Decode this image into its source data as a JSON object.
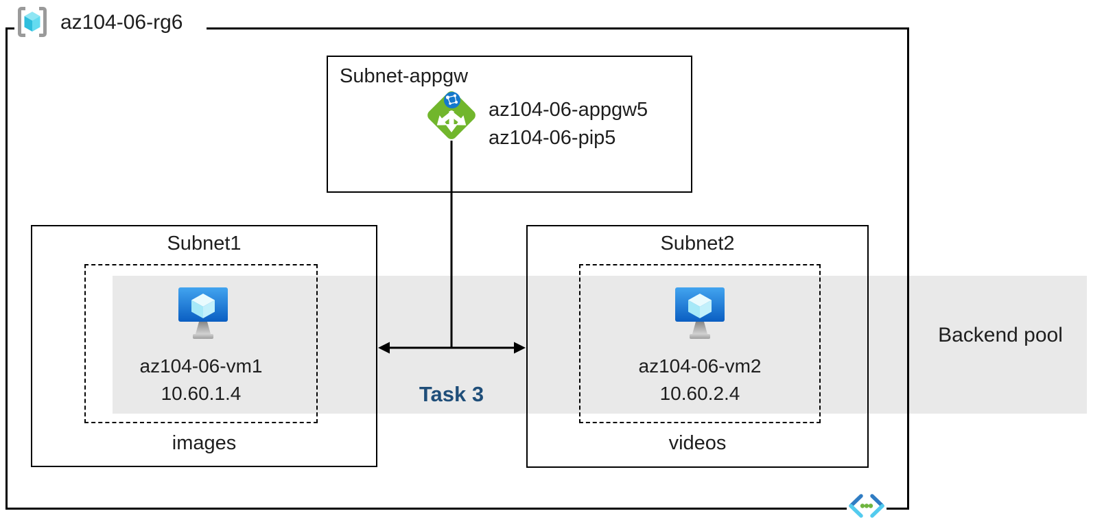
{
  "diagram": {
    "resource_group": {
      "label": "az104-06-rg6"
    },
    "appgw_subnet": {
      "label": "Subnet-appgw",
      "gateway_name": "az104-06-appgw5",
      "pip_name": "az104-06-pip5"
    },
    "subnet1": {
      "label": "Subnet1",
      "vm_name": "az104-06-vm1",
      "vm_ip": "10.60.1.4",
      "folder_label": "images"
    },
    "subnet2": {
      "label": "Subnet2",
      "vm_name": "az104-06-vm2",
      "vm_ip": "10.60.2.4",
      "folder_label": "videos"
    },
    "backend_pool_label": "Backend pool",
    "task_label": "Task 3",
    "icons": {
      "resource_group": "resource-group-icon",
      "application_gateway": "application-gateway-icon",
      "virtual_machine": "virtual-machine-icon",
      "virtual_network": "virtual-network-icon"
    },
    "colors": {
      "backend_band": "#E9E9E9",
      "task_text": "#1F4E79",
      "appgw_green": "#71B62C",
      "globe_blue": "#1478CC",
      "vm_blue_top": "#42A4EF",
      "vm_blue_bottom": "#0A5EC2",
      "vnet_blue": "#2F7CC3",
      "vnet_cyan": "#53CBEE",
      "vnet_dot_green": "#6FB53F",
      "rg_bracket_gray": "#9A9A9A",
      "border_black": "#000000"
    }
  }
}
